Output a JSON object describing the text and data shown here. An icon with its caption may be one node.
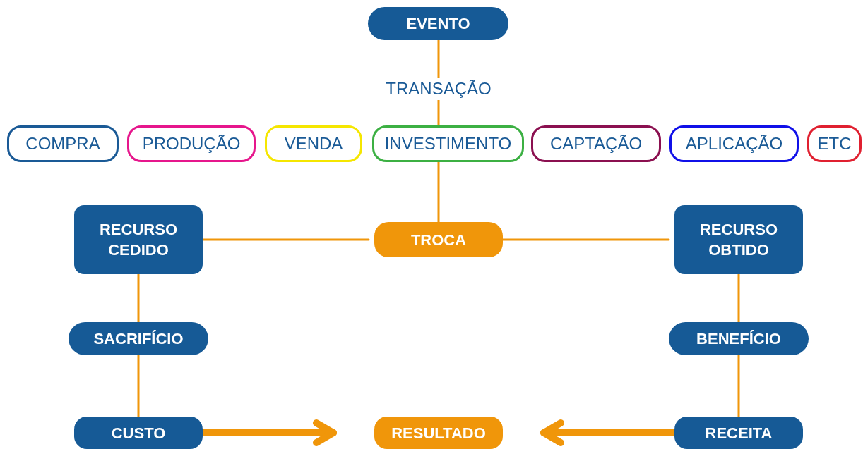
{
  "diagram": {
    "nodes": [
      {
        "text": [
          "EVENTO"
        ]
      },
      {
        "text": [
          "COMPRA"
        ]
      },
      {
        "text": [
          "PRODUÇÃO"
        ]
      },
      {
        "text": [
          "VENDA"
        ]
      },
      {
        "text": [
          "INVESTIMENTO"
        ]
      },
      {
        "text": [
          "CAPTAÇÃO"
        ]
      },
      {
        "text": [
          "APLICAÇÃO"
        ]
      },
      {
        "text": [
          "ETC"
        ]
      },
      {
        "text": [
          "RECURSO CEDIDO"
        ]
      },
      {
        "text": [
          "TROCA"
        ]
      },
      {
        "text": [
          "RECURSO OBTIDO"
        ]
      },
      {
        "text": [
          "SACRIFÍCIO"
        ]
      },
      {
        "text": [
          "BENEFÍCIO"
        ]
      },
      {
        "text": [
          "CUSTO"
        ]
      },
      {
        "text": [
          "RESULTADO"
        ]
      },
      {
        "text": [
          "RECEITA"
        ]
      }
    ],
    "edges": [
      {
        "from": 0,
        "to": 4,
        "arrow": "none",
        "label": "TRANSAÇÃO"
      },
      {
        "from": 4,
        "to": 9,
        "arrow": "none"
      },
      {
        "from": 8,
        "to": 9,
        "arrow": "none"
      },
      {
        "from": 9,
        "to": 10,
        "arrow": "none"
      },
      {
        "from": 8,
        "to": 11,
        "arrow": "none"
      },
      {
        "from": 11,
        "to": 13,
        "arrow": "none"
      },
      {
        "from": 10,
        "to": 12,
        "arrow": "none"
      },
      {
        "from": 12,
        "to": 15,
        "arrow": "none"
      },
      {
        "from": 13,
        "to": 14,
        "arrow": "to",
        "style": "thick"
      },
      {
        "from": 15,
        "to": 14,
        "arrow": "to",
        "style": "thick"
      }
    ]
  }
}
